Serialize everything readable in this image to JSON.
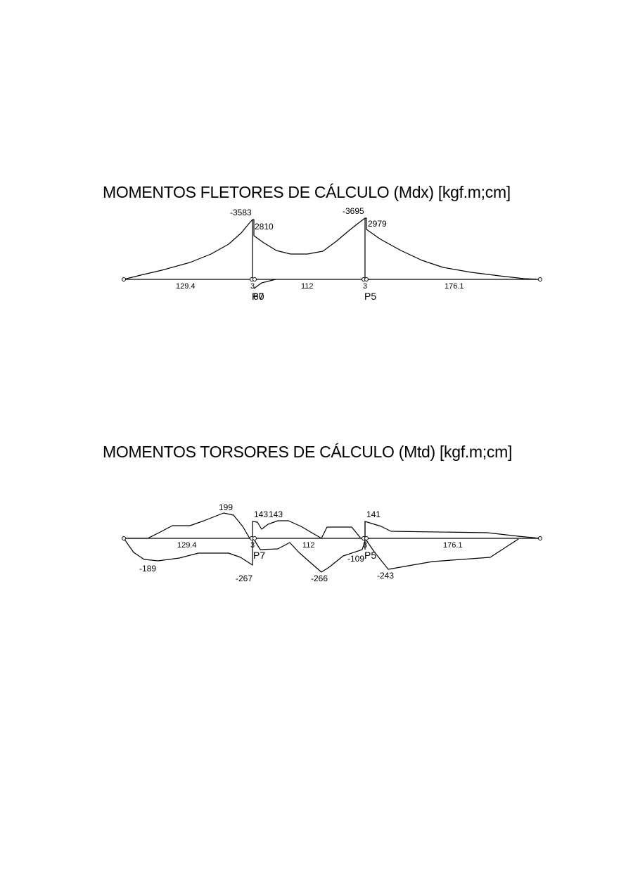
{
  "diagrams": [
    {
      "title": "MOMENTOS FLETORES DE CÁLCULO (Mdx) [kgf.m;cm]",
      "span_labels": [
        "129.4",
        "112",
        "176.1"
      ],
      "support_labels": [
        "P5"
      ],
      "node_numbers": [
        "3",
        "3"
      ],
      "overlap_labels": [
        "P7",
        "60"
      ],
      "values": [
        "-3583",
        "2810",
        "-3695",
        "2979"
      ]
    },
    {
      "title": "MOMENTOS TORSORES DE CÁLCULO (Mtd) [kgf.m;cm]",
      "span_labels": [
        "129.4",
        "112",
        "176.1"
      ],
      "support_labels": [
        "P7",
        "P5"
      ],
      "node_numbers": [
        "3",
        "3"
      ],
      "values": [
        "199",
        "143",
        "143",
        "141",
        "-189",
        "-267",
        "-266",
        "-109",
        "-243"
      ]
    }
  ]
}
